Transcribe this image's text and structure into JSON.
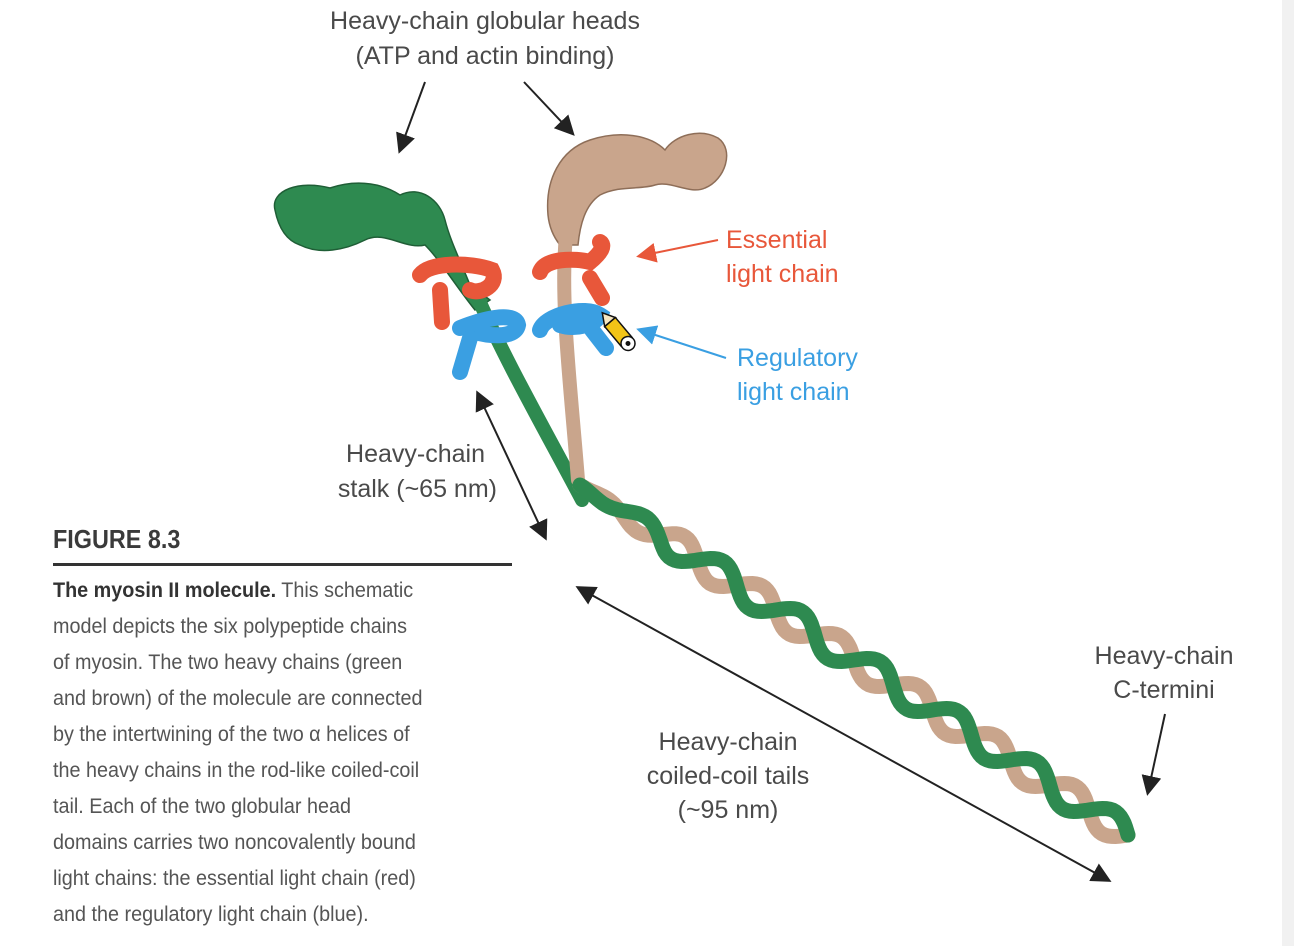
{
  "labels": {
    "heads_line1": "Heavy-chain globular heads",
    "heads_line2": "(ATP and actin binding)",
    "essential_line1": "Essential",
    "essential_line2": "light chain",
    "regulatory_line1": "Regulatory",
    "regulatory_line2": "light chain",
    "stalk_line1": "Heavy-chain",
    "stalk_line2": "stalk (~65 nm)",
    "tails_line1": "Heavy-chain",
    "tails_line2": "coiled-coil tails",
    "tails_line3": "(~95 nm)",
    "cterm_line1": "Heavy-chain",
    "cterm_line2": "C-termini"
  },
  "figure": {
    "number": "FIGURE 8.3",
    "caption_title": "The myosin II molecule.",
    "caption_lines": [
      " This schematic",
      "model depicts the six polypeptide chains",
      "of myosin. The two heavy chains (green",
      "and brown) of the molecule are connected",
      "by the intertwining of the two α helices of",
      "the heavy chains in the rod-like coiled-coil",
      "tail. Each of the two globular head",
      "domains carries two noncovalently bound",
      "light chains: the essential light chain (red)",
      "and the regulatory light chain (blue)."
    ]
  },
  "colors": {
    "green_chain": "#2e8a50",
    "brown_chain": "#c9a58c",
    "essential": "#e8573a",
    "regulatory": "#3a9fe2",
    "text": "#4a4a4a"
  }
}
